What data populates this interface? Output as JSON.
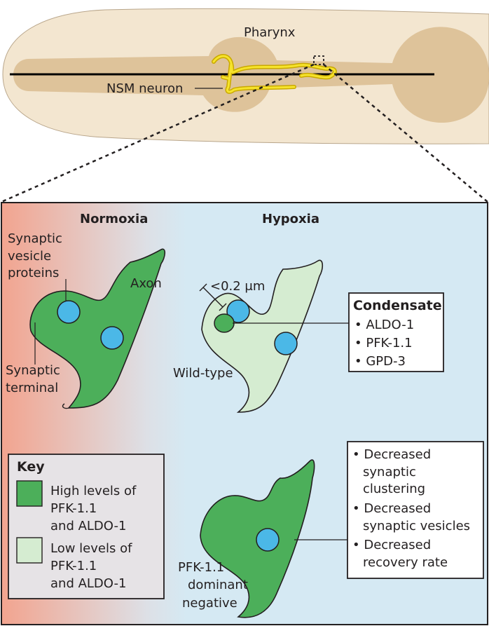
{
  "worm": {
    "pharynx_label": "Pharynx",
    "neuron_label": "NSM neuron"
  },
  "panel": {
    "normoxia_title": "Normoxia",
    "hypoxia_title": "Hypoxia",
    "svp_label_1": "Synaptic",
    "svp_label_2": "vesicle",
    "svp_label_3": "proteins",
    "axon_label": "Axon",
    "terminal_label_1": "Synaptic",
    "terminal_label_2": "terminal",
    "distance_label": "<0.2 μm",
    "wildtype_label": "Wild-type",
    "dn_label_1": "PFK-1.1",
    "dn_label_2": "dominant",
    "dn_label_3": "negative"
  },
  "condensate": {
    "title": "Condensate",
    "items": [
      "• ALDO-1",
      "• PFK-1.1",
      "• GPD-3"
    ]
  },
  "effects": {
    "lines": [
      "• Decreased",
      "synaptic",
      "clustering",
      "• Decreased",
      "synaptic vesicles",
      "• Decreased",
      "recovery rate"
    ]
  },
  "key": {
    "title": "Key",
    "high": [
      "High levels of",
      "PFK-1.1",
      "and ALDO-1"
    ],
    "low": [
      "Low levels of",
      "PFK-1.1",
      "and ALDO-1"
    ]
  },
  "colors": {
    "worm_body": "#f3e6d0",
    "pharynx": "#dcbf94",
    "neuron": "#f6e32b",
    "normoxia_bg": "#f2a48f",
    "hypoxia_bg": "#d5e9f3",
    "high_green": "#4caf5a",
    "low_green": "#d5ecd1",
    "vesicle": "#4bb8e7"
  }
}
